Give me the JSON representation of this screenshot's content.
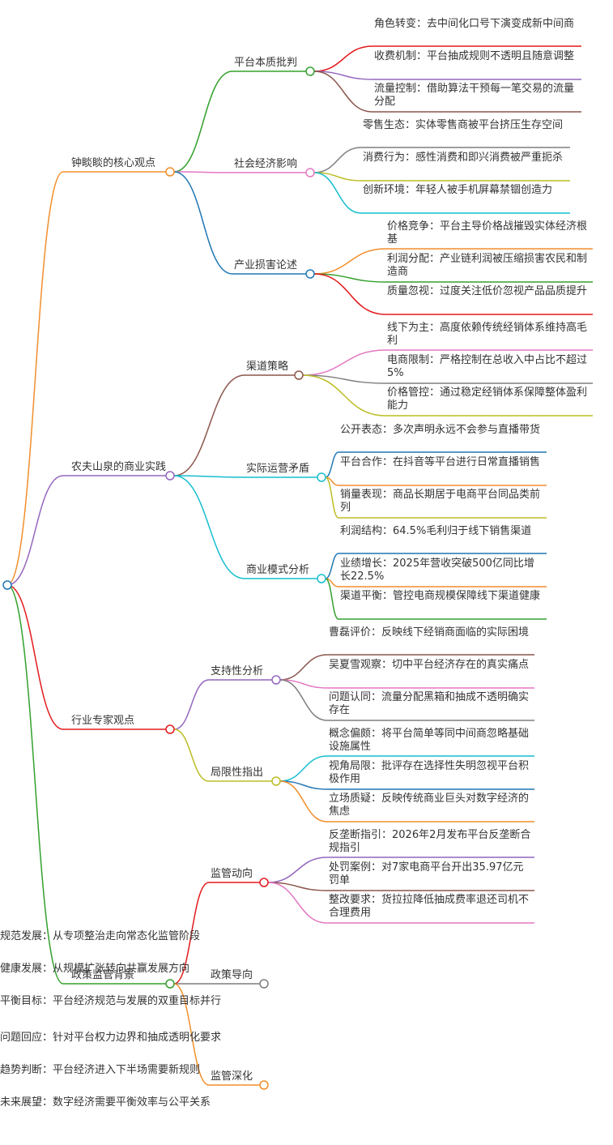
{
  "mindmap": {
    "branches": [
      {
        "label": "钟睒睒的核心观点",
        "color": "#f28e2c",
        "children": [
          {
            "label": "平台本质批判",
            "color": "#33a02c",
            "children": [
              {
                "label": "角色转变：去中间化口号下演变成新中间商",
                "color": "#e31a1c"
              },
              {
                "label": "收费机制：平台抽成规则不透明且随意调整",
                "color": "#9467bd"
              },
              {
                "label": "流量控制：借助算法干预每一笔交易的流量分配",
                "color": "#8c564b"
              }
            ]
          },
          {
            "label": "社会经济影响",
            "color": "#e377c2",
            "children": [
              {
                "label": "零售生态：实体零售商被平台挤压生存空间",
                "color": "#7f7f7f"
              },
              {
                "label": "消费行为：感性消费和即兴消费被严重扼杀",
                "color": "#bcbd22"
              },
              {
                "label": "创新环境：年轻人被手机屏幕禁锢创造力",
                "color": "#17becf"
              }
            ]
          },
          {
            "label": "产业损害论述",
            "color": "#1f77b4",
            "children": [
              {
                "label": "价格竞争：平台主导价格战摧毁实体经济根基",
                "color": "#f28e2c"
              },
              {
                "label": "利润分配：产业链利润被压缩损害农民和制造商",
                "color": "#33a02c"
              },
              {
                "label": "质量忽视：过度关注低价忽视产品品质提升",
                "color": "#e31a1c"
              }
            ]
          }
        ]
      },
      {
        "label": "农夫山泉的商业实践",
        "color": "#9467bd",
        "children": [
          {
            "label": "渠道策略",
            "color": "#8c564b",
            "children": [
              {
                "label": "线下为主：高度依赖传统经销体系维持高毛利",
                "color": "#e377c2"
              },
              {
                "label": "电商限制：严格控制在总收入中占比不超过5%",
                "color": "#7f7f7f"
              },
              {
                "label": "价格管控：通过稳定经销体系保障整体盈利能力",
                "color": "#bcbd22"
              }
            ]
          },
          {
            "label": "实际运营矛盾",
            "color": "#17becf",
            "children": [
              {
                "label": "公开表态：多次声明永远不会参与直播带货",
                "color": "#1f77b4"
              },
              {
                "label": "平台合作：在抖音等平台进行日常直播销售",
                "color": "#f28e2c"
              },
              {
                "label": "销量表现：商品长期居于电商平台同品类前列",
                "color": "#bcbd22"
              }
            ]
          },
          {
            "label": "商业模式分析",
            "color": "#17becf",
            "children": [
              {
                "label": "利润结构：64.5%毛利归于线下销售渠道",
                "color": "#1f77b4"
              },
              {
                "label": "业绩增长：2025年营收突破500亿同比增长22.5%",
                "color": "#f28e2c"
              },
              {
                "label": "渠道平衡：管控电商规模保障线下渠道健康",
                "color": "#33a02c"
              }
            ]
          }
        ]
      },
      {
        "label": "行业专家观点",
        "color": "#e31a1c",
        "children": [
          {
            "label": "支持性分析",
            "color": "#9467bd",
            "children": [
              {
                "label": "曹磊评价：反映线下经销商面临的实际困境",
                "color": "#8c564b"
              },
              {
                "label": "吴夏雪观察：切中平台经济存在的真实痛点",
                "color": "#e377c2"
              },
              {
                "label": "问题认同：流量分配黑箱和抽成不透明确实存在",
                "color": "#7f7f7f"
              }
            ]
          },
          {
            "label": "局限性指出",
            "color": "#bcbd22",
            "children": [
              {
                "label": "概念偏颇：将平台简单等同中间商忽略基础设施属性",
                "color": "#17becf"
              },
              {
                "label": "视角局限：批评存在选择性失明忽视平台积极作用",
                "color": "#1f77b4"
              },
              {
                "label": "立场质疑：反映传统商业巨头对数字经济的焦虑",
                "color": "#f28e2c"
              }
            ]
          }
        ]
      },
      {
        "label": "政策监管背景",
        "color": "#33a02c",
        "children": [
          {
            "label": "监管动向",
            "color": "#e31a1c",
            "children": [
              {
                "label": "反垄断指引：2026年2月发布平台反垄断合规指引",
                "color": "#9467bd"
              },
              {
                "label": "处罚案例：对7家电商平台开出35.97亿元罚单",
                "color": "#8c564b"
              },
              {
                "label": "整改要求：货拉拉降低抽成费率退还司机不合理费用",
                "color": "#e377c2"
              }
            ]
          },
          {
            "label": "政策导向",
            "color": "#7f7f7f",
            "children": [
              {
                "label": "规范发展：从专项整治走向常态化监管阶段",
                "color": "#bcbd22"
              },
              {
                "label": "健康发展：从规模扩张转向共赢发展方向",
                "color": "#17becf"
              },
              {
                "label": "平衡目标：平台经济规范与发展的双重目标并行",
                "color": "#1f77b4"
              }
            ]
          },
          {
            "label": "监管深化",
            "color": "#f28e2c",
            "children": [
              {
                "label": "问题回应：针对平台权力边界和抽成透明化要求",
                "color": "#33a02c"
              },
              {
                "label": "趋势判断：平台经济进入下半场需要新规则",
                "color": "#e31a1c"
              },
              {
                "label": "未来展望：数字经济需要平衡效率与公平关系",
                "color": "#9467bd"
              }
            ]
          }
        ]
      }
    ]
  }
}
